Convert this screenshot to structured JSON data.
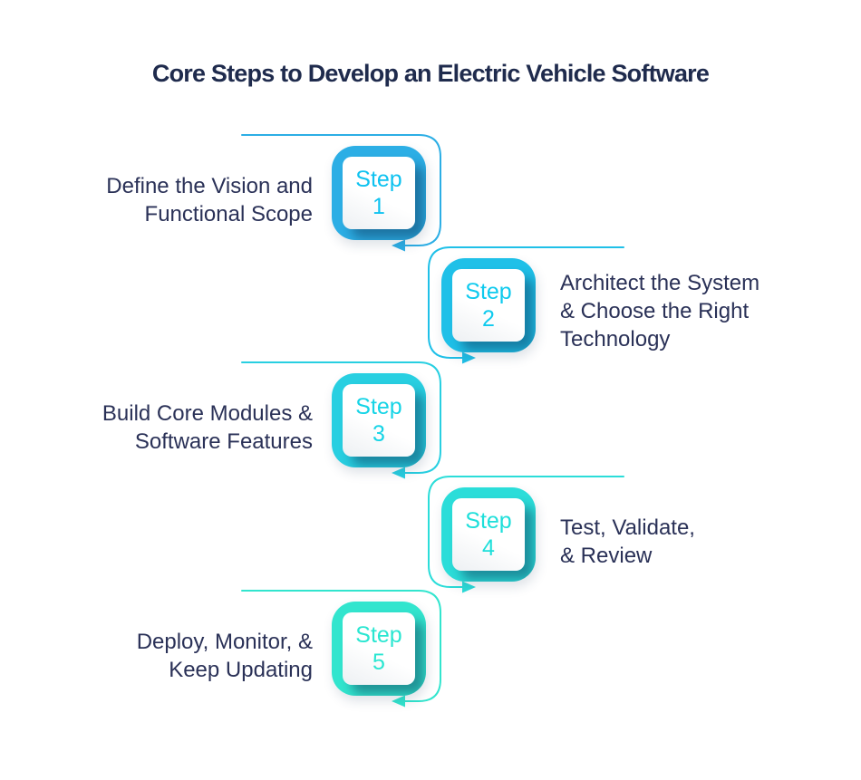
{
  "title": "Core Steps to Develop an Electric Vehicle Software",
  "colors": {
    "background": "#FFFFFF",
    "title_text": "#1F2B4D",
    "body_text": "#2A3157"
  },
  "steps": [
    {
      "badge_label": "Step",
      "badge_number": "1",
      "description_lines": [
        "Define the Vision and",
        "Functional Scope"
      ],
      "side": "left",
      "frame_color": "#2CAEE5",
      "label_color": "#0EC2F0"
    },
    {
      "badge_label": "Step",
      "badge_number": "2",
      "description_lines": [
        "Architect the System",
        "& Choose the Right",
        "Technology"
      ],
      "side": "right",
      "frame_color": "#1FC0E8",
      "label_color": "#0FCAEE"
    },
    {
      "badge_label": "Step",
      "badge_number": "3",
      "description_lines": [
        "Build Core Modules &",
        "Software Features"
      ],
      "side": "left",
      "frame_color": "#28CFE1",
      "label_color": "#16D4E6"
    },
    {
      "badge_label": "Step",
      "badge_number": "4",
      "description_lines": [
        "Test, Validate,",
        "& Review"
      ],
      "side": "right",
      "frame_color": "#2BDDD9",
      "label_color": "#1EDFDA"
    },
    {
      "badge_label": "Step",
      "badge_number": "5",
      "description_lines": [
        "Deploy, Monitor, &",
        "Keep Updating"
      ],
      "side": "left",
      "frame_color": "#32E5CE",
      "label_color": "#2AE6D1"
    }
  ]
}
